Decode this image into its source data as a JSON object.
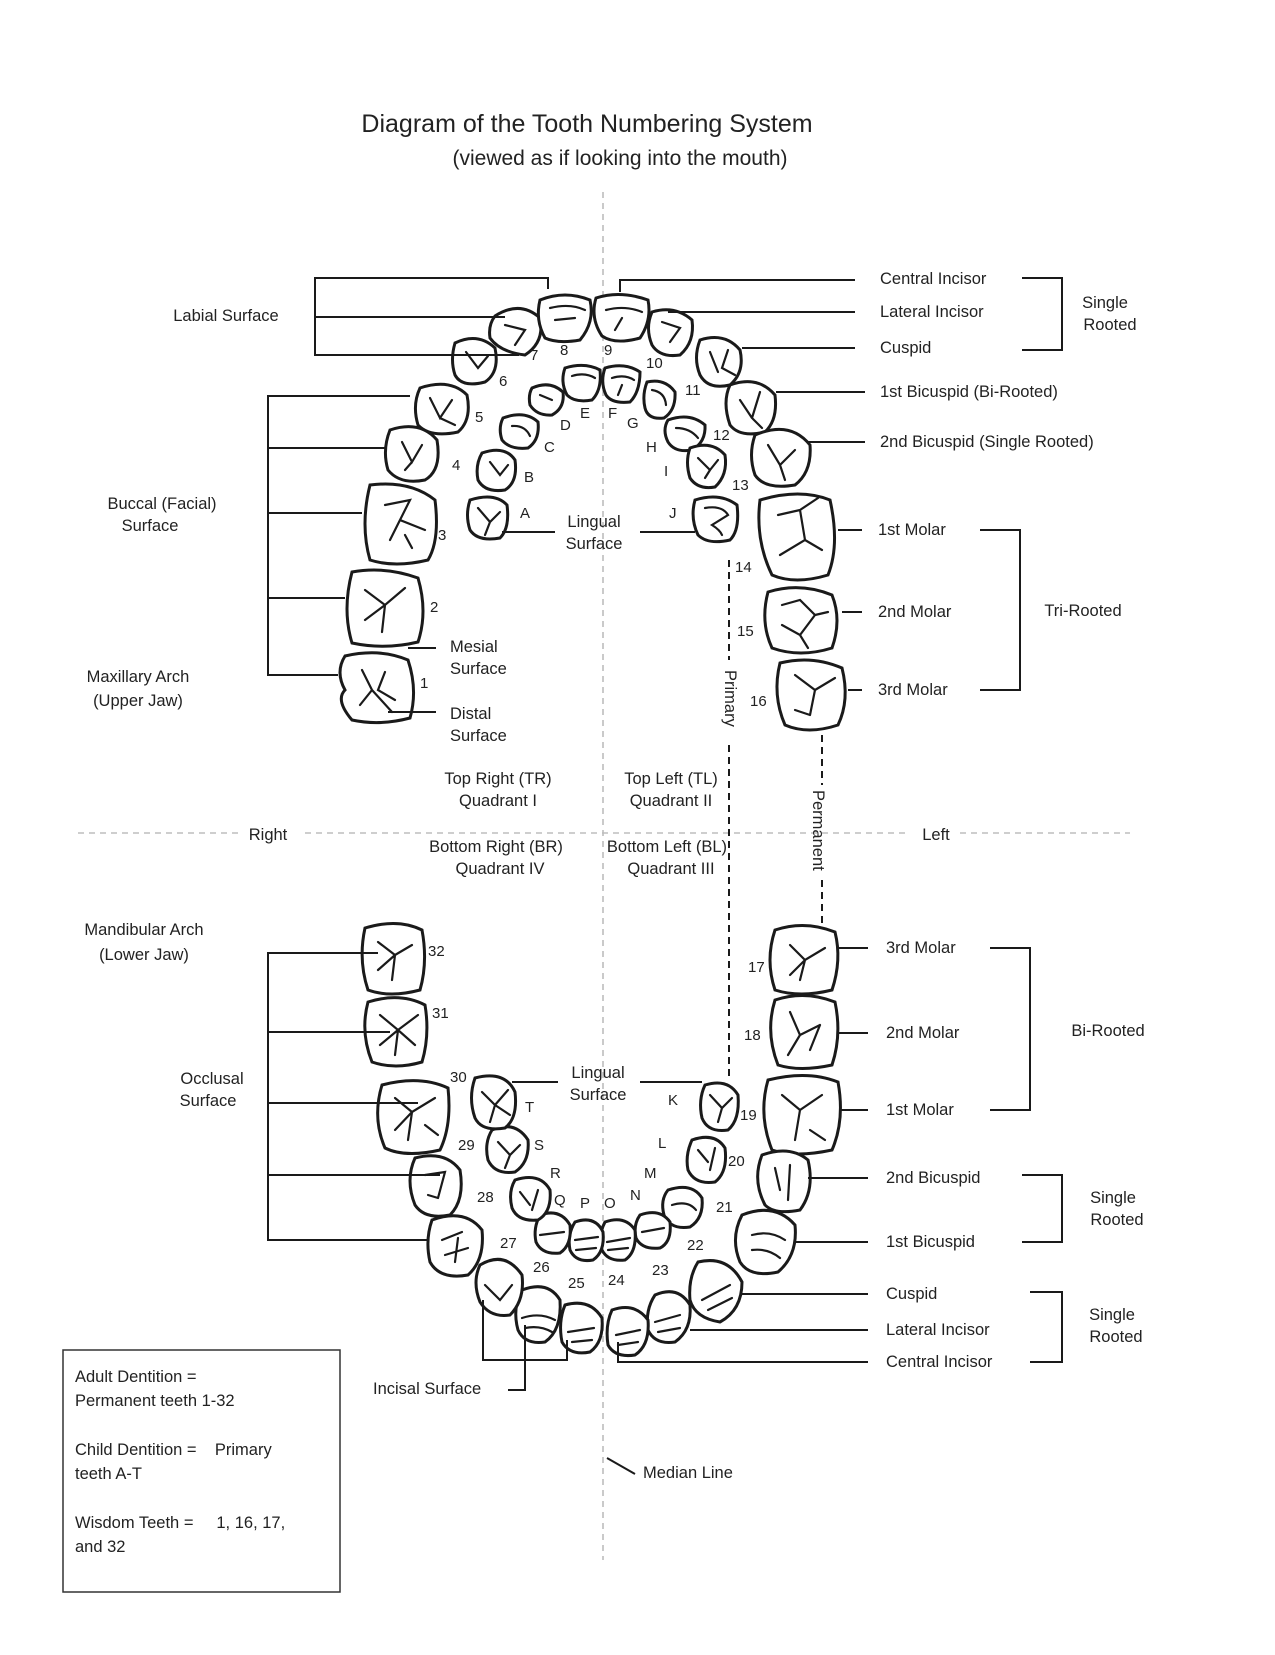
{
  "title": "Diagram of the Tooth Numbering System",
  "subtitle": "(viewed as if looking into the mouth)",
  "sides": {
    "right": "Right",
    "left": "Left"
  },
  "arches": {
    "maxillary": [
      "Maxillary Arch",
      "(Upper Jaw)"
    ],
    "mandibular": [
      "Mandibular Arch",
      "(Lower Jaw)"
    ]
  },
  "quadrants": {
    "tr": [
      "Top Right (TR)",
      "Quadrant I"
    ],
    "tl": [
      "Top Left (TL)",
      "Quadrant II"
    ],
    "br": [
      "Bottom Right (BR)",
      "Quadrant IV"
    ],
    "bl": [
      "Bottom Left (BL)",
      "Quadrant III"
    ]
  },
  "surfaces": {
    "labial": "Labial Surface",
    "buccal": [
      "Buccal (Facial)",
      "Surface"
    ],
    "mesial": [
      "Mesial",
      "Surface"
    ],
    "distal": [
      "Distal",
      "Surface"
    ],
    "lingual_upper": [
      "Lingual",
      "Surface"
    ],
    "lingual_lower": [
      "Lingual",
      "Surface"
    ],
    "occlusal": [
      "Occlusal",
      "Surface"
    ],
    "incisal": "Incisal Surface",
    "median_line": "Median Line"
  },
  "dentition_labels": {
    "primary": "Primary",
    "permanent": "Permanent"
  },
  "upper_teeth_names": {
    "central_incisor": "Central Incisor",
    "lateral_incisor": "Lateral Incisor",
    "cuspid": "Cuspid",
    "first_bicuspid": "1st Bicuspid (Bi-Rooted)",
    "second_bicuspid": "2nd Bicuspid (Single Rooted)",
    "first_molar": "1st Molar",
    "second_molar": "2nd Molar",
    "third_molar": "3rd Molar"
  },
  "lower_teeth_names": {
    "third_molar": "3rd Molar",
    "second_molar": "2nd Molar",
    "first_molar": "1st Molar",
    "second_bicuspid": "2nd Bicuspid",
    "first_bicuspid": "1st Bicuspid",
    "cuspid": "Cuspid",
    "lateral_incisor": "Lateral Incisor",
    "central_incisor": "Central Incisor"
  },
  "root_groups": {
    "upper_single": [
      "Single",
      "Rooted"
    ],
    "upper_tri": "Tri-Rooted",
    "lower_bi": "Bi-Rooted",
    "lower_single_bicuspid": [
      "Single",
      "Rooted"
    ],
    "lower_single_front": [
      "Single",
      "Rooted"
    ]
  },
  "tooth_numbers": {
    "upper": [
      "1",
      "2",
      "3",
      "4",
      "5",
      "6",
      "7",
      "8",
      "9",
      "10",
      "11",
      "12",
      "13",
      "14",
      "15",
      "16"
    ],
    "lower": [
      "17",
      "18",
      "19",
      "20",
      "21",
      "22",
      "23",
      "24",
      "25",
      "26",
      "27",
      "28",
      "29",
      "30",
      "31",
      "32"
    ],
    "primary_upper": [
      "A",
      "B",
      "C",
      "D",
      "E",
      "F",
      "G",
      "H",
      "I",
      "J"
    ],
    "primary_lower": [
      "K",
      "L",
      "M",
      "N",
      "O",
      "P",
      "Q",
      "R",
      "S",
      "T"
    ]
  },
  "legend": {
    "adult": [
      "Adult Dentition =",
      "Permanent teeth 1-32"
    ],
    "child": [
      "Child Dentition =    Primary",
      "teeth A-T"
    ],
    "wisdom": [
      "Wisdom Teeth =     1, 16, 17,",
      "and 32"
    ]
  }
}
